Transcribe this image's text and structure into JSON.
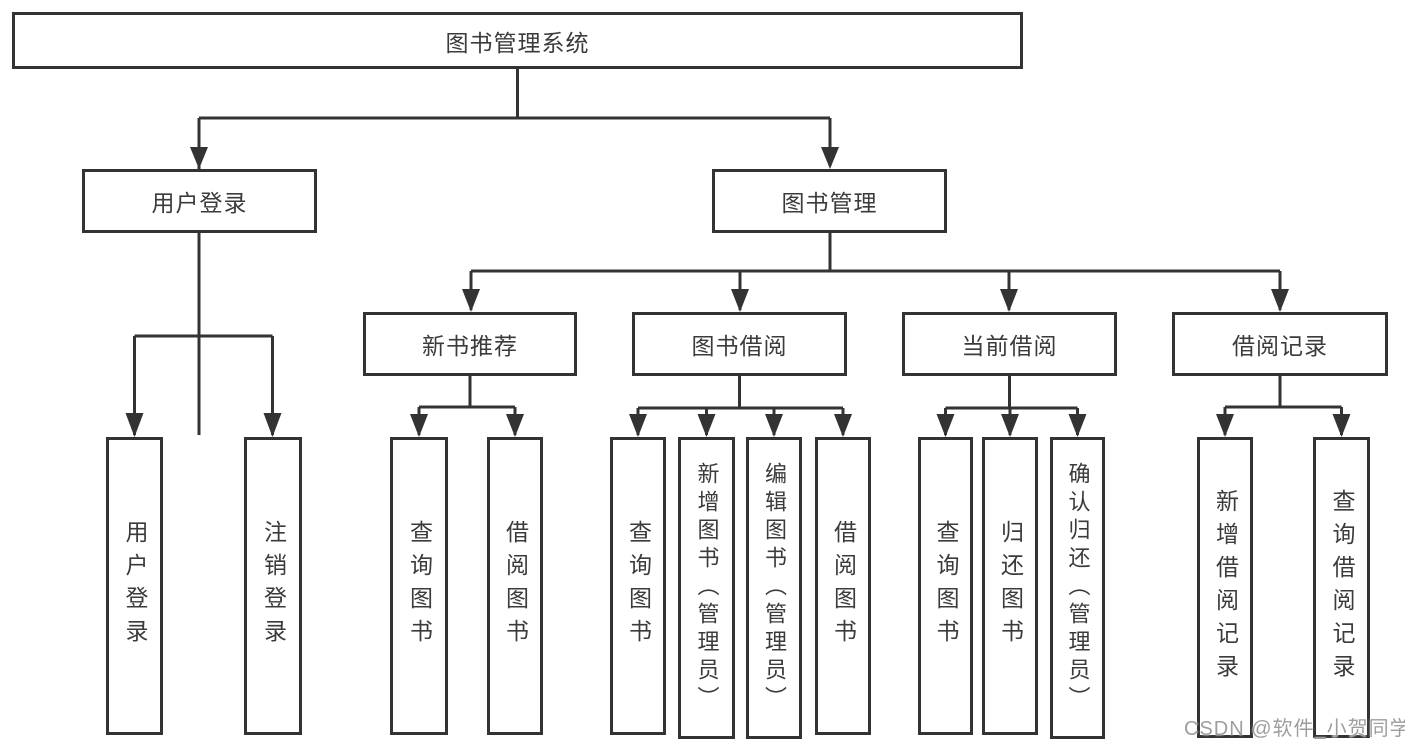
{
  "tree": {
    "root": "图书管理系统",
    "user_login": {
      "label": "用户登录",
      "children": {
        "login": "用户登录",
        "logout": "注销登录"
      }
    },
    "book_mgmt": {
      "label": "图书管理",
      "new_books": {
        "label": "新书推荐",
        "children": {
          "query_books": "查询图书",
          "borrow_books": "借阅图书"
        }
      },
      "book_borrow": {
        "label": "图书借阅",
        "children": {
          "query_books": "查询图书",
          "add_books": "新增图书（管理员）",
          "edit_books": "编辑图书（管理员）",
          "borrow_books": "借阅图书"
        }
      },
      "current_borrow": {
        "label": "当前借阅",
        "children": {
          "query_books": "查询图书",
          "return_books": "归还图书",
          "confirm_return": "确认归还（管理员）"
        }
      },
      "borrow_records": {
        "label": "借阅记录",
        "children": {
          "add_record": "新增借阅记录",
          "query_record": "查询借阅记录"
        }
      }
    },
    "watermark": "CSDN @软件_小贺同学",
    "colors": {
      "line": "#333333",
      "text": "#3b3b3b",
      "watermark": "#9e9e9e",
      "background": "#ffffff"
    }
  }
}
